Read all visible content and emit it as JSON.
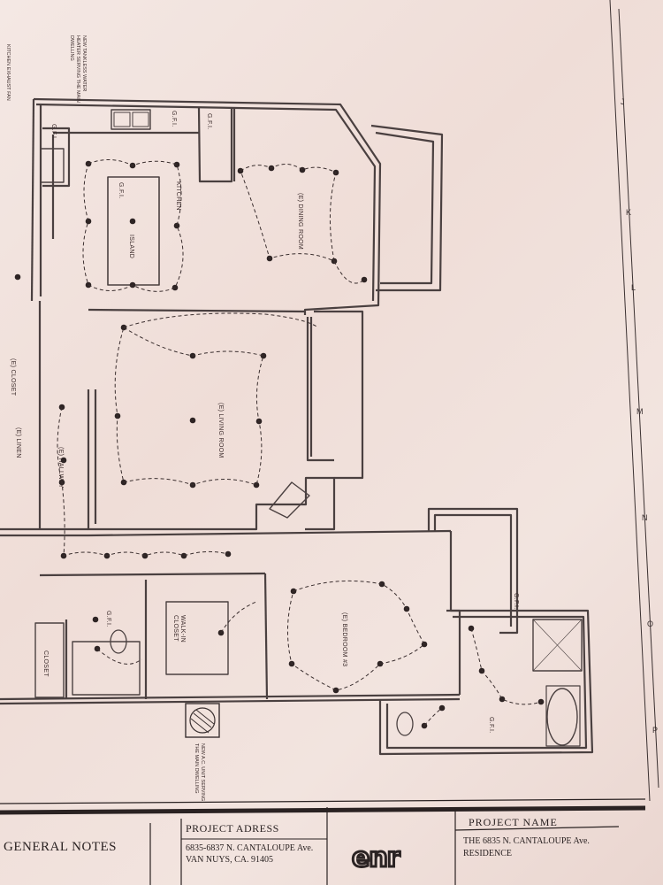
{
  "rooms": {
    "kitchen": "KITCHEN",
    "island": "ISLAND",
    "dining": "(E) DINING ROOM",
    "living": "(E) LIVING ROOM",
    "closet_left": "(E) CLOSET",
    "linen": "(E) LINEN",
    "hallway": "(E) HALLWAY",
    "closet_bottom": "CLOSET",
    "walkin": "WALK-IN CLOSET",
    "bedroom": "(E) BEDROOM #3"
  },
  "notes": {
    "water_heater": "NEW TANKLESS WATER\nHEATER SERVING THE MAIN\nDWELLING",
    "exhaust_fan": "KITCHEN EXHAUST FAN",
    "ac_unit": "NEW A.C. UNIT SERVING\nTHE MAIN DWELLING"
  },
  "fixture_tags": {
    "gfi": "G.F.I."
  },
  "grid_letters": [
    "J",
    "K",
    "L",
    "M",
    "N",
    "O",
    "P"
  ],
  "title_block": {
    "general_notes": "GENERAL NOTES",
    "project_address_label": "PROJECT ADRESS",
    "address_line1": "6835-6837 N. CANTALOUPE Ave.",
    "address_line2": "VAN NUYS, CA. 91405",
    "project_name_label": "PROJECT NAME",
    "project_name_line1": "THE 6835 N. CANTALOUPE Ave.",
    "project_name_line2": "RESIDENCE",
    "logo_text": "enr"
  },
  "colors": {
    "paper": "#f1e3de",
    "ink": "#3a2e2e",
    "wall": "#4a4040"
  }
}
